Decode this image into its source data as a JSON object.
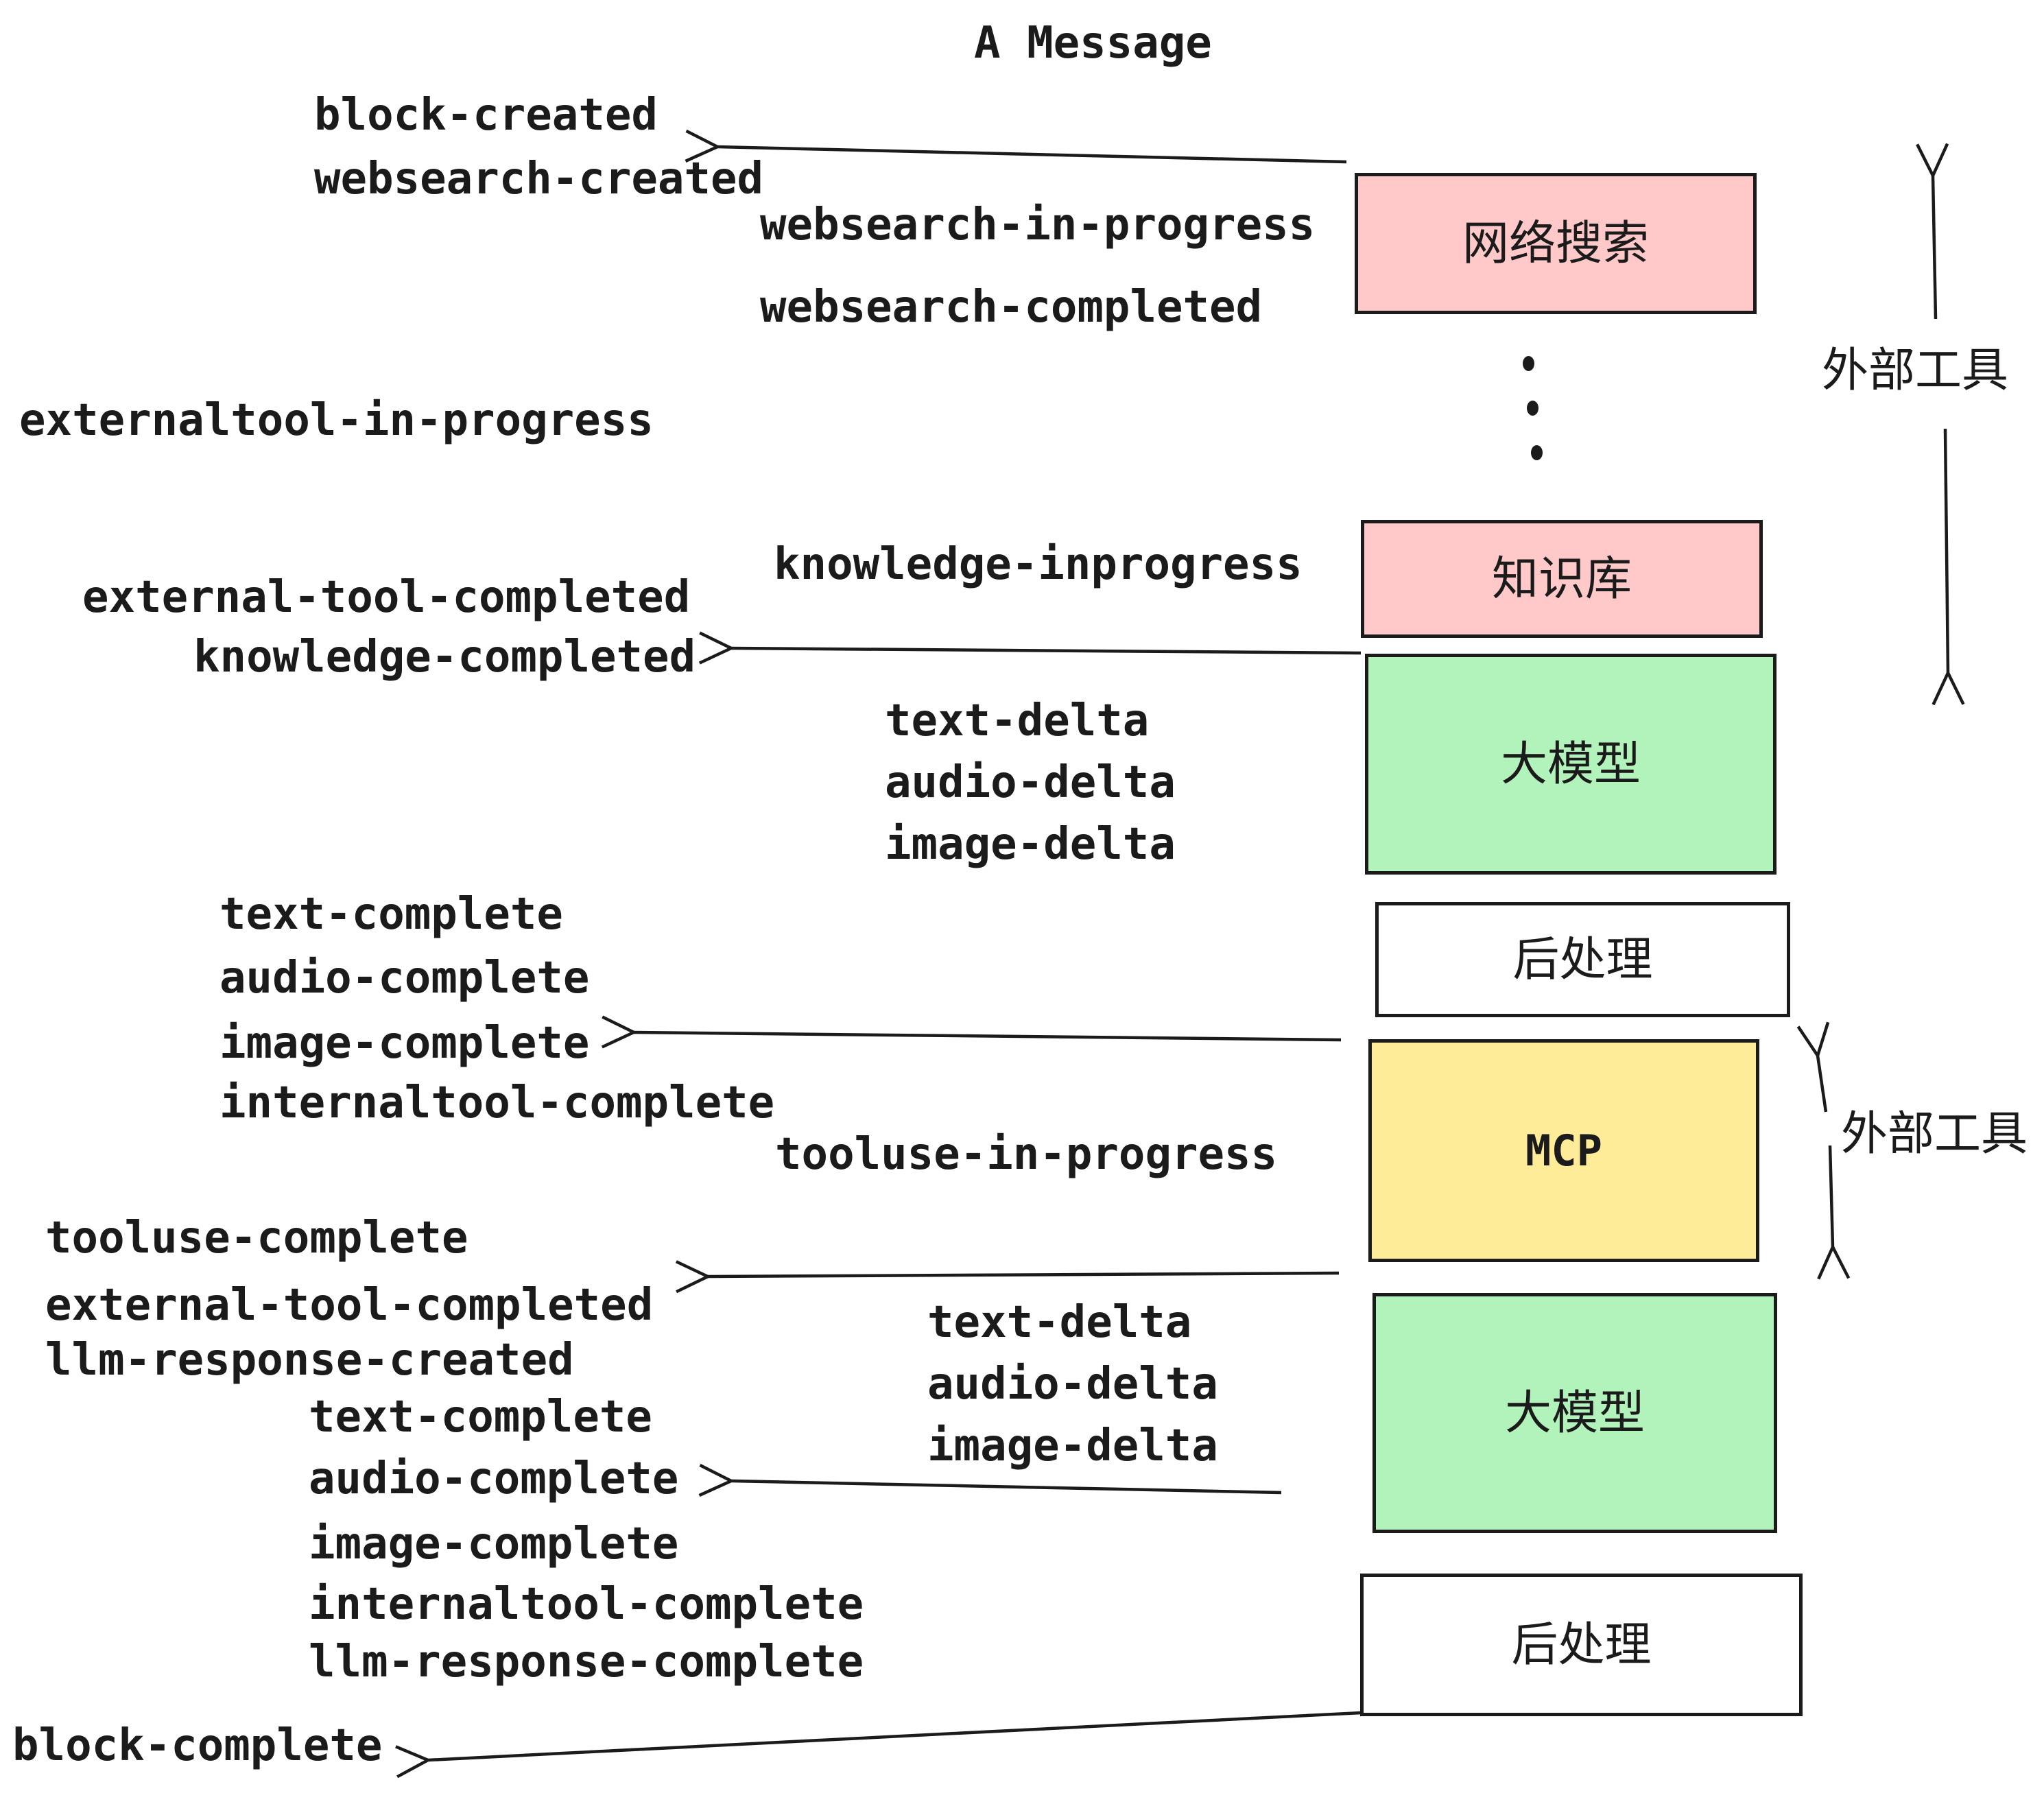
{
  "title": "A Message",
  "colors": {
    "pink": "#ffc9c9",
    "green": "#b2f2bb",
    "yellow": "#ffec99",
    "white": "#ffffff",
    "ink": "#1b1b1b"
  },
  "boxes": {
    "websearch": {
      "label": "网络搜索"
    },
    "knowledge": {
      "label": "知识库"
    },
    "llm_1": {
      "label": "大模型"
    },
    "post_1": {
      "label": "后处理"
    },
    "mcp": {
      "label": "MCP"
    },
    "llm_2": {
      "label": "大模型"
    },
    "post_2": {
      "label": "后处理"
    }
  },
  "side_labels": {
    "external_tools_top": "外部工具",
    "external_tools_bottom": "外部工具"
  },
  "events": {
    "block_created": "block-created",
    "websearch_created": "websearch-created",
    "websearch_in_progress": "websearch-in-progress",
    "websearch_completed": "websearch-completed",
    "externaltool_in_progress": "externaltool-in-progress",
    "knowledge_inprogress": "knowledge-inprogress",
    "external_tool_completed": "external-tool-completed",
    "knowledge_completed": "knowledge-completed",
    "text_delta": "text-delta",
    "audio_delta": "audio-delta",
    "image_delta": "image-delta",
    "text_complete": "text-complete",
    "audio_complete": "audio-complete",
    "image_complete": "image-complete",
    "internaltool_complete": "internaltool-complete",
    "tooluse_in_progress": "tooluse-in-progress",
    "tooluse_complete": "tooluse-complete",
    "llm_response_created": "llm-response-created",
    "llm_response_complete": "llm-response-complete",
    "block_complete": "block-complete"
  }
}
